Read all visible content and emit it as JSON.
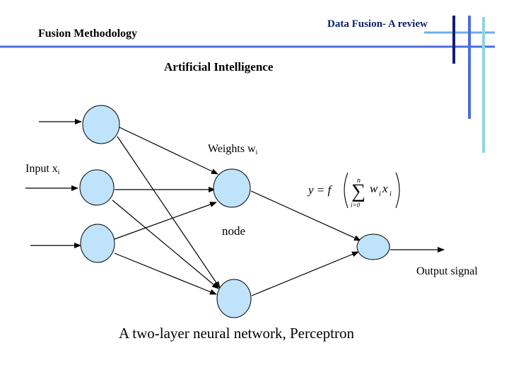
{
  "header": {
    "title": "Fusion Methodology",
    "subtitle": "Data Fusion- A review"
  },
  "section_title": "Artificial Intelligence",
  "diagram": {
    "weights_label": "Weights w",
    "weights_subscript": "i",
    "input_label": "Input x",
    "input_subscript": "i",
    "node_label": "node",
    "output_label": "Output signal",
    "formula": {
      "lhs": "y = f",
      "sum_upper": "n",
      "sum_lower": "i=0",
      "term_w": "w",
      "term_x": "x",
      "term_sub": "i"
    },
    "caption": "A two-layer neural network, Perceptron"
  },
  "colors": {
    "node_fill": "#bfe3fb",
    "header_rule": "#4a6ee0",
    "header_rule_light": "#6aaee8",
    "accent_dark": "#0d1f6e",
    "accent_cyan": "#8fd6e0"
  }
}
